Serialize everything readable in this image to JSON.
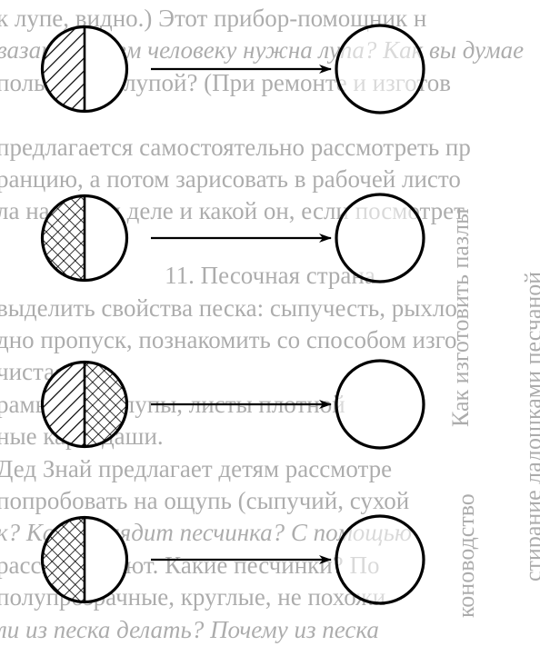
{
  "background": {
    "opacity": 0.32,
    "lines": [
      {
        "text": "к лупе, видно.) Этот прибор-помощник н",
        "style": "normal"
      },
      {
        "text": "вазать, зачем человеку нужна лупа? Как вы думае",
        "style": "italic"
      },
      {
        "text": "пользуются лупой? (При ремонте и изготов",
        "style": "normal"
      },
      {
        "text": "",
        "style": "normal"
      },
      {
        "text": "предлагается самостоятельно рассмотреть пр",
        "style": "normal"
      },
      {
        "text": "ранцию, а потом зарисовать в рабочей листо",
        "style": "normal"
      },
      {
        "text": "ла на самом деле и какой он, если посмотрет",
        "style": "normal"
      },
      {
        "text": "",
        "style": "normal"
      },
      {
        "text": "11. Песочная страна",
        "style": "heading"
      },
      {
        "text": "выделить свойства песка: сыпучесть, рыхло",
        "style": "normal"
      },
      {
        "text": "дно пропуск, познакомить со способом изго",
        "style": "normal"
      },
      {
        "text": "чистая",
        "style": "normal"
      },
      {
        "text": "рамы, вода, лупы, листы плотной",
        "style": "normal"
      },
      {
        "text": "ные карандаши.",
        "style": "normal"
      },
      {
        "text": "Дед Знай предлагает детям рассмотре",
        "style": "normal"
      },
      {
        "text": "попробовать на ощупь (сыпучий, сухой",
        "style": "normal"
      },
      {
        "text": "к? Как выглядит песчинка? С помощью",
        "style": "italic"
      },
      {
        "text": "рассматривают. Какие песчинки? По",
        "style": "normal"
      },
      {
        "text": "полупрозрачные, круглые, не похожи",
        "style": "normal"
      },
      {
        "text": "ли из песка делать? Почему из песка",
        "style": "italic"
      }
    ],
    "vertical_1": "Как изготовить пазлы",
    "vertical_2": "стирание ладошками песчаной",
    "vertical_3": "коноводство"
  },
  "diagram": {
    "rows": [
      {
        "left_fill": "hatch"
      },
      {
        "left_fill": "crosshatch"
      },
      {
        "left_fill": "hatch",
        "right_fill": "crosshatch"
      },
      {
        "left_fill": "crosshatch"
      }
    ]
  }
}
